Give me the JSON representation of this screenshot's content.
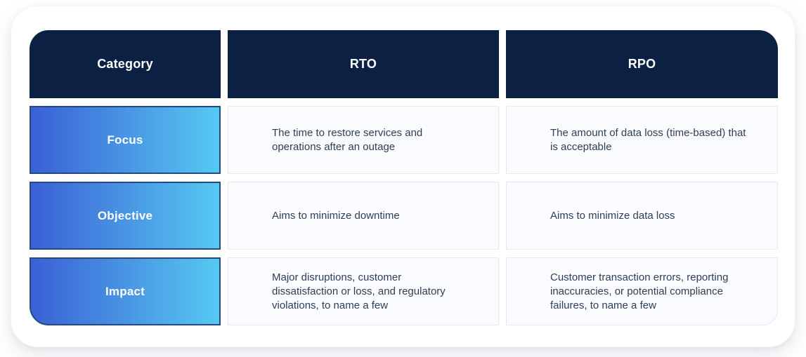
{
  "table": {
    "columns": [
      {
        "label": "Category"
      },
      {
        "label": "RTO"
      },
      {
        "label": "RPO"
      }
    ],
    "rows": [
      {
        "label": "Focus",
        "rto": "The time to restore services and operations after an outage",
        "rpo": "The amount of data loss (time-based) that is acceptable"
      },
      {
        "label": "Objective",
        "rto": "Aims to minimize downtime",
        "rpo": "Aims to minimize data loss"
      },
      {
        "label": "Impact",
        "rto": "Major disruptions, customer dissatisfaction or loss, and regulatory violations, to name a few",
        "rpo": "Customer transaction errors, reporting inaccuracies, or potential compliance failures, to name a few"
      }
    ]
  },
  "colors": {
    "header_bg": "#0c2044",
    "label_gradient_start": "#3a60d6",
    "label_gradient_end": "#55c9f2",
    "label_border": "#27497f",
    "cell_bg": "#fafbfe",
    "cell_border": "#e4e9f2",
    "cell_text": "#2f3e56"
  }
}
